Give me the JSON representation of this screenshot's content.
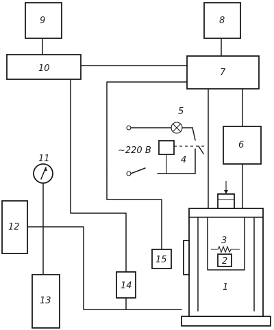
{
  "diagram": {
    "blocks": {
      "b9": "9",
      "b8": "8",
      "b10": "10",
      "b7": "7",
      "b6": "6",
      "b12": "12",
      "b13": "13",
      "b14": "14",
      "b15": "15"
    },
    "gauge_label": "11",
    "lamp_label": "5",
    "relay_label": "4",
    "voltage_label": "~220 B",
    "heater_label": "3",
    "sample_label": "2",
    "chamber_label": "1"
  }
}
